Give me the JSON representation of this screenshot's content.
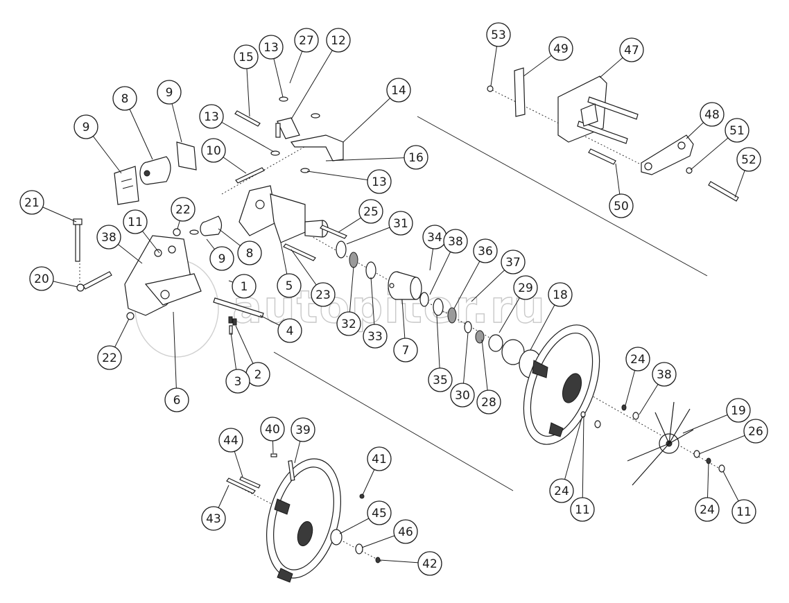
{
  "watermark": {
    "text": "autopiter.ru"
  },
  "callouts": [
    {
      "id": "c1",
      "text": "1"
    },
    {
      "id": "c2",
      "text": "2"
    },
    {
      "id": "c3",
      "text": "3"
    },
    {
      "id": "c4",
      "text": "4"
    },
    {
      "id": "c5",
      "text": "5"
    },
    {
      "id": "c6",
      "text": "6"
    },
    {
      "id": "c7",
      "text": "7"
    },
    {
      "id": "c8a",
      "text": "8"
    },
    {
      "id": "c8b",
      "text": "8"
    },
    {
      "id": "c9a",
      "text": "9"
    },
    {
      "id": "c9b",
      "text": "9"
    },
    {
      "id": "c9c",
      "text": "9"
    },
    {
      "id": "c10",
      "text": "10"
    },
    {
      "id": "c11a",
      "text": "11"
    },
    {
      "id": "c11b",
      "text": "11"
    },
    {
      "id": "c11c",
      "text": "11"
    },
    {
      "id": "c12",
      "text": "12"
    },
    {
      "id": "c13a",
      "text": "13"
    },
    {
      "id": "c13b",
      "text": "13"
    },
    {
      "id": "c13c",
      "text": "13"
    },
    {
      "id": "c14",
      "text": "14"
    },
    {
      "id": "c15",
      "text": "15"
    },
    {
      "id": "c16",
      "text": "16"
    },
    {
      "id": "c18",
      "text": "18"
    },
    {
      "id": "c19",
      "text": "19"
    },
    {
      "id": "c20",
      "text": "20"
    },
    {
      "id": "c21",
      "text": "21"
    },
    {
      "id": "c22a",
      "text": "22"
    },
    {
      "id": "c22b",
      "text": "22"
    },
    {
      "id": "c23",
      "text": "23"
    },
    {
      "id": "c24a",
      "text": "24"
    },
    {
      "id": "c24b",
      "text": "24"
    },
    {
      "id": "c24c",
      "text": "24"
    },
    {
      "id": "c25",
      "text": "25"
    },
    {
      "id": "c26",
      "text": "26"
    },
    {
      "id": "c27",
      "text": "27"
    },
    {
      "id": "c28",
      "text": "28"
    },
    {
      "id": "c29",
      "text": "29"
    },
    {
      "id": "c30",
      "text": "30"
    },
    {
      "id": "c31",
      "text": "31"
    },
    {
      "id": "c32",
      "text": "32"
    },
    {
      "id": "c33",
      "text": "33"
    },
    {
      "id": "c34",
      "text": "34"
    },
    {
      "id": "c35",
      "text": "35"
    },
    {
      "id": "c36",
      "text": "36"
    },
    {
      "id": "c37",
      "text": "37"
    },
    {
      "id": "c38a",
      "text": "38"
    },
    {
      "id": "c38b",
      "text": "38"
    },
    {
      "id": "c38c",
      "text": "38"
    },
    {
      "id": "c39",
      "text": "39"
    },
    {
      "id": "c40",
      "text": "40"
    },
    {
      "id": "c41",
      "text": "41"
    },
    {
      "id": "c42",
      "text": "42"
    },
    {
      "id": "c43",
      "text": "43"
    },
    {
      "id": "c44",
      "text": "44"
    },
    {
      "id": "c45",
      "text": "45"
    },
    {
      "id": "c46",
      "text": "46"
    },
    {
      "id": "c47",
      "text": "47"
    },
    {
      "id": "c48",
      "text": "48"
    },
    {
      "id": "c49",
      "text": "49"
    },
    {
      "id": "c50",
      "text": "50"
    },
    {
      "id": "c51",
      "text": "51"
    },
    {
      "id": "c52",
      "text": "52"
    },
    {
      "id": "c53",
      "text": "53"
    }
  ]
}
